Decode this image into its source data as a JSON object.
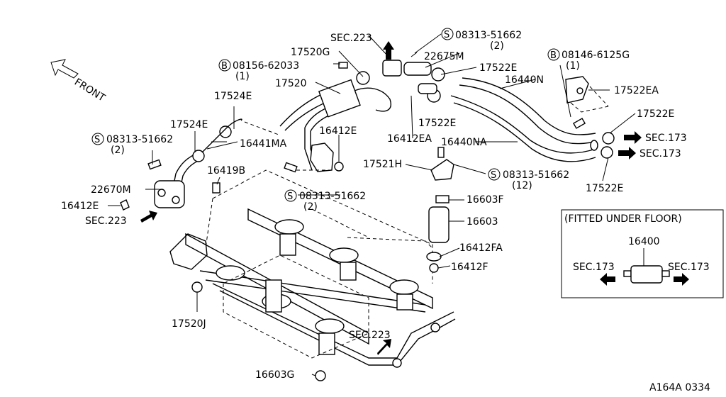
{
  "diagram_code": "A164A 0334",
  "front_label": "FRONT",
  "inset": {
    "title": "(FITTED UNDER FLOOR)",
    "part": "16400",
    "sec_left": "SEC.173",
    "sec_right": "SEC.173"
  },
  "labels": {
    "sec223_top": "SEC.223",
    "s_08313_51662_top": "08313-51662",
    "s_08313_51662_top_qty": "(2)",
    "p17520G": "17520G",
    "p22675M": "22675M",
    "b_08156_62033": "08156-62033",
    "b_08156_62033_qty": "(1)",
    "p17522E_a": "17522E",
    "b_08146_6125G": "08146-6125G",
    "b_08146_6125G_qty": "(1)",
    "p17520": "17520",
    "p16440N": "16440N",
    "p17522EA": "17522EA",
    "p17524E_a": "17524E",
    "p17524E_b": "17524E",
    "p17522E_b": "17522E",
    "p17522E_c": "17522E",
    "p16412E_a": "16412E",
    "p16412EA": "16412EA",
    "p16440NA": "16440NA",
    "sec173_a": "SEC.173",
    "sec173_b": "SEC.173",
    "s_08313_51662_left": "08313-51662",
    "s_08313_51662_left_qty": "(2)",
    "p16441MA": "16441MA",
    "p17521H": "17521H",
    "s_08313_51662_mid_right": "08313-51662",
    "s_08313_51662_mid_right_qty": "(12)",
    "p17522E_d": "17522E",
    "p16419B": "16419B",
    "p22670M": "22670M",
    "s_08313_51662_mid": "08313-51662",
    "s_08313_51662_mid_qty": "(2)",
    "p16603F": "16603F",
    "p16412E_b": "16412E",
    "sec223_left": "SEC.223",
    "p16603": "16603",
    "p16412FA": "16412FA",
    "p16412F": "16412F",
    "p17520J": "17520J",
    "sec223_bottom": "SEC.223",
    "p16603G": "16603G",
    "prefix_s": "S",
    "prefix_b": "B"
  }
}
